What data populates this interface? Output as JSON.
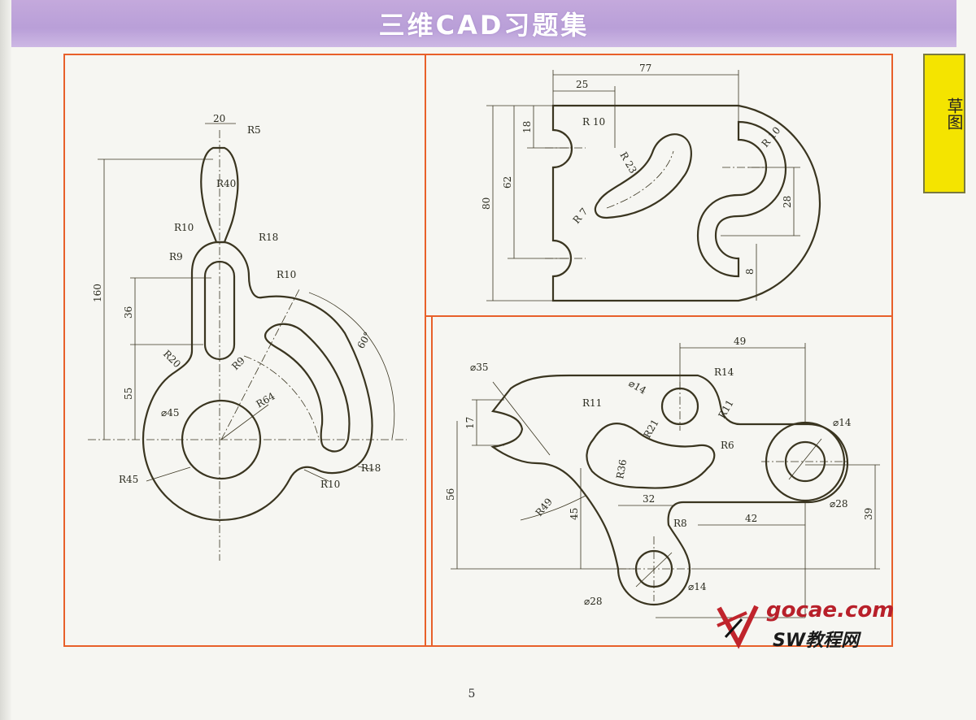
{
  "header": {
    "title": "三维CAD习题集"
  },
  "side_tab": {
    "label": "草图"
  },
  "page_number": "5",
  "watermark": {
    "site": "gocae.com",
    "sub": "SW教程网"
  },
  "drawing1_labels": {
    "d20": "20",
    "r5": "R5",
    "r40": "R40",
    "r10a": "R10",
    "r18a": "R18",
    "r9a": "R9",
    "r10b": "R10",
    "d160": "160",
    "d36": "36",
    "r20": "R20",
    "r9b": "R9",
    "a60": "60°",
    "d55": "55",
    "phi45": "⌀45",
    "r64": "R64",
    "r45": "R45",
    "r18b": "R18",
    "r10c": "R10"
  },
  "drawing2_labels": {
    "d77": "77",
    "d25": "25",
    "r10a": "R 10",
    "d18": "18",
    "r23": "R 23",
    "d62": "62",
    "d80": "80",
    "r7": "R 7",
    "r10b": "R 10",
    "d28": "28",
    "d8": "8"
  },
  "drawing3_labels": {
    "d49": "49",
    "phi35": "⌀35",
    "r14": "R14",
    "phi14a": "⌀14",
    "r11a": "R11",
    "r11b": "R11",
    "d17": "17",
    "r21": "R21",
    "phi14b": "⌀14",
    "r6": "R6",
    "r36": "R36",
    "d56": "56",
    "r49": "R49",
    "d45": "45",
    "d32": "32",
    "r8": "R8",
    "d42": "42",
    "phi28a": "⌀28",
    "d39": "39",
    "phi28b": "⌀28",
    "phi14c": "⌀14"
  }
}
